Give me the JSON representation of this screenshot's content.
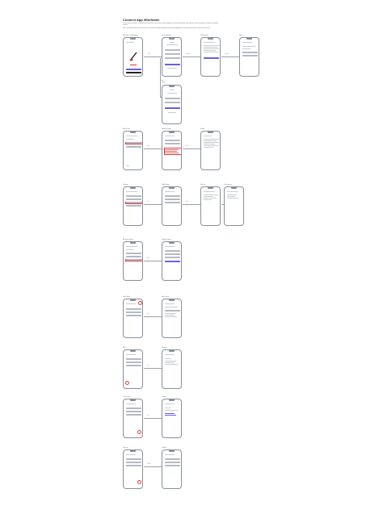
{
  "page": {
    "title": "Connect App Wireframe",
    "intro": [
      "This document provides the complete wireframe flow for the Connect mobile application, covering onboarding, authentication, profile management, settings and support screens.",
      "Each screen label names the step shown; arrows indicate navigation between screens and highlighted controls show the element a user taps to continue."
    ]
  },
  "screens": {
    "welcome": "Welcome / Onboarding",
    "create_account": "Create Account",
    "verify": "Verify Email",
    "home": "Home",
    "login": "Log In",
    "profile_edit": "Edit Profile",
    "update_form": "Update Details",
    "saved": "Saved",
    "settings": "Settings",
    "notif": "Notifications",
    "privacy": "Privacy",
    "prefs": "Preferences",
    "account": "Account Options",
    "more": "More Menu",
    "help": "Help Center",
    "faq": "FAQ",
    "support": "Support",
    "contact": "Contact Us",
    "logout": "Log Out",
    "confirm": "Confirm"
  },
  "arrows": {
    "next": "Next",
    "continue": "Continue",
    "submit": "Submit",
    "sign_in": "Sign in",
    "save": "Save",
    "open": "Open",
    "tap": "Tap"
  }
}
